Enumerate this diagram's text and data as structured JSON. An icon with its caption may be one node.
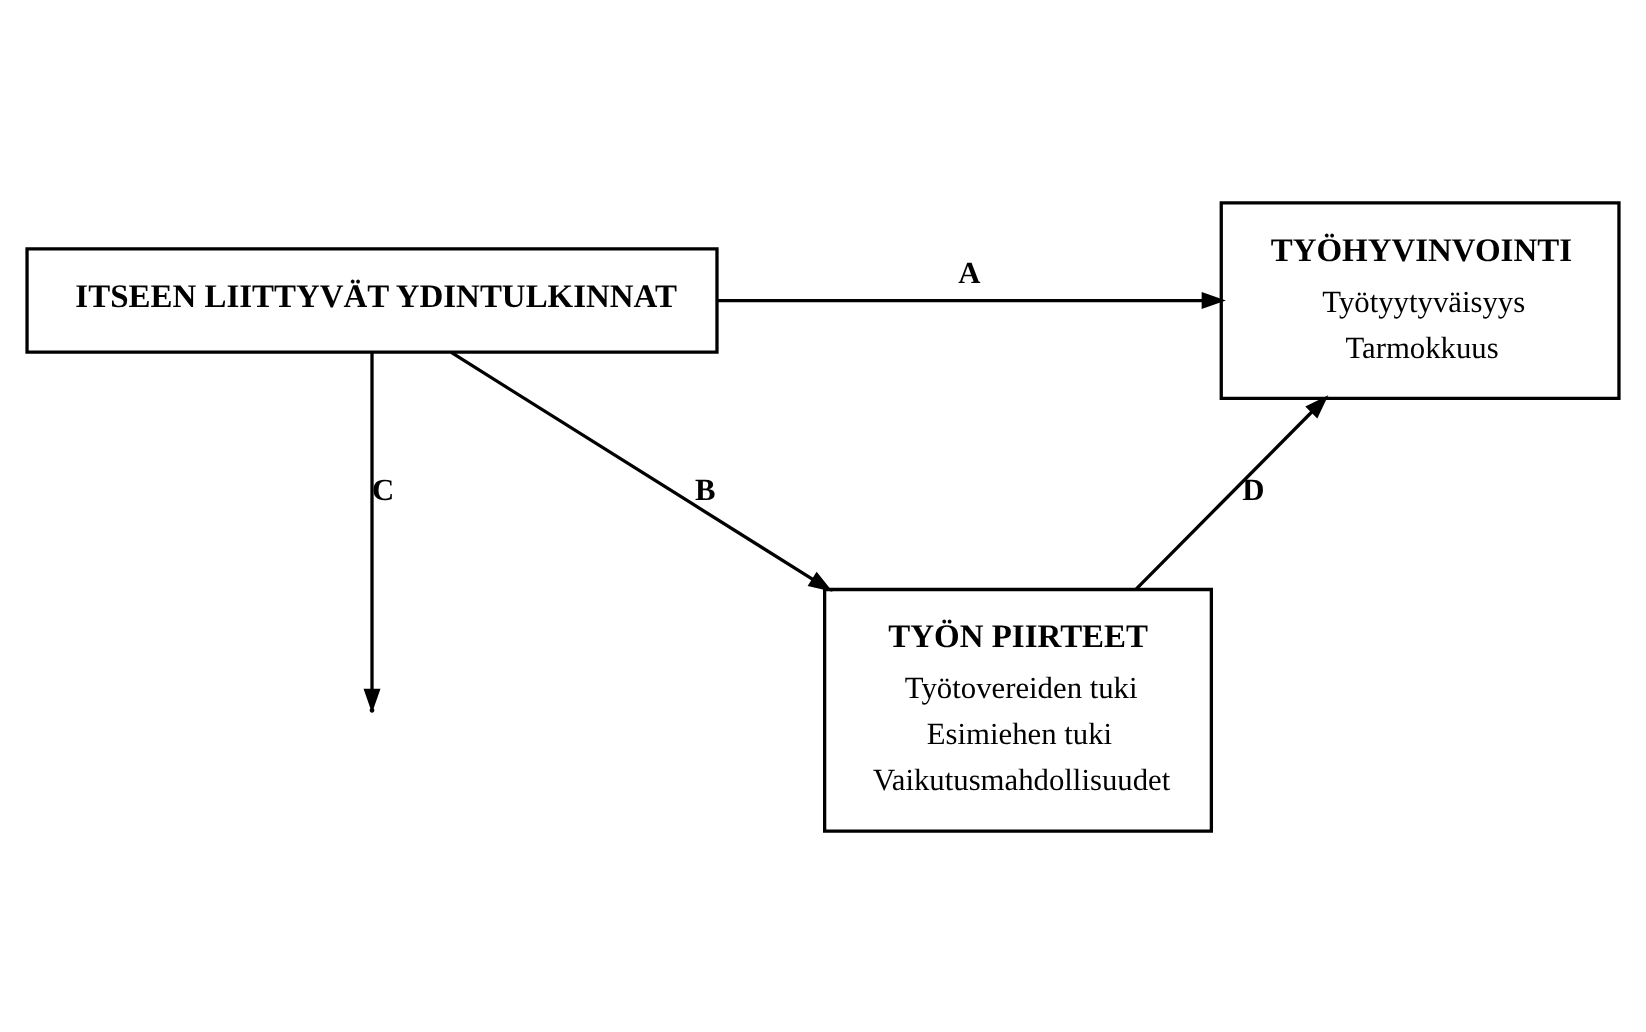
{
  "diagram": {
    "nodes": [
      {
        "text": [
          "ITSEEN LIITTYVÄT YDINTULKINNAT"
        ]
      },
      {
        "text": [
          "TYÖHYVINVOINTI",
          "Työtyytyväisyys",
          "Tarmokkuus"
        ]
      },
      {
        "text": [
          "TYÖN PIIRTEET",
          "Työtovereiden tuki",
          "Esimiehen tuki",
          "Vaikutusmahdollisuudet"
        ]
      }
    ],
    "edges": [
      {
        "from": 0,
        "to": 1,
        "arrow": "to",
        "label": "A"
      },
      {
        "from": 0,
        "to": 2,
        "arrow": "to",
        "label": "B"
      },
      {
        "from": 0,
        "to": null,
        "arrow": "to",
        "label": "C"
      },
      {
        "from": 2,
        "to": 1,
        "arrow": "to",
        "label": "D"
      }
    ]
  }
}
